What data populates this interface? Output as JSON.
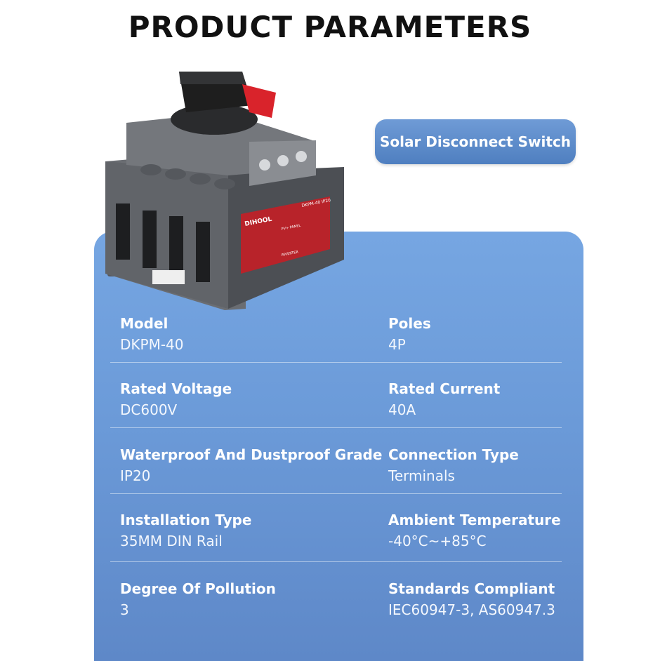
{
  "title": "PRODUCT PARAMETERS",
  "badge": "Solar Disconnect Switch",
  "product": {
    "brand": "DIHOOL",
    "model_tag": "DKPM-40 IP20",
    "pv_label": "PV+ PANEL",
    "inverter_label": "INVERTER",
    "colors": {
      "body": "#5a5d62",
      "handle": "#1e1e1e",
      "red": "#d9232b",
      "label_red": "#b8232a"
    }
  },
  "specs": [
    {
      "label": "Model",
      "value": "DKPM-40"
    },
    {
      "label": "Poles",
      "value": "4P"
    },
    {
      "label": "Rated Voltage",
      "value": "DC600V"
    },
    {
      "label": "Rated Current",
      "value": "40A"
    },
    {
      "label": "Waterproof And Dustproof Grade",
      "value": "IP20"
    },
    {
      "label": "Connection Type",
      "value": "Terminals"
    },
    {
      "label": "Installation Type",
      "value": "35MM DIN Rail"
    },
    {
      "label": "Ambient Temperature",
      "value": "-40°C~+85°C"
    },
    {
      "label": "Degree Of Pollution",
      "value": "3"
    },
    {
      "label": "Standards Compliant",
      "value": "IEC60947-3, AS60947.3"
    }
  ]
}
